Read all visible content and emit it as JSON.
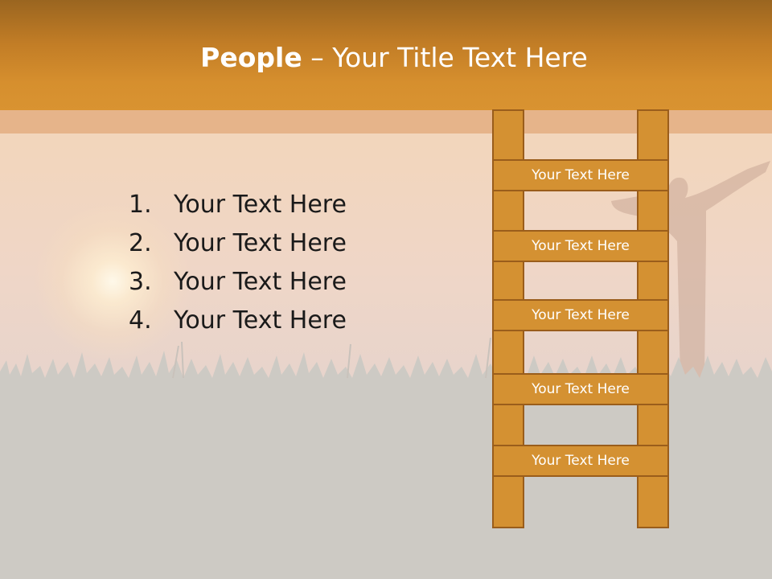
{
  "title": {
    "bold": "People",
    "rest": " – Your Title Text Here"
  },
  "numbered_list": [
    {
      "num": "1.",
      "text": "Your Text Here"
    },
    {
      "num": "2.",
      "text": "Your Text Here"
    },
    {
      "num": "3.",
      "text": "Your Text Here"
    },
    {
      "num": "4.",
      "text": "Your Text Here"
    }
  ],
  "ladder_rungs": [
    "Your Text Here",
    "Your Text Here",
    "Your Text Here",
    "Your Text Here",
    "Your Text Here"
  ],
  "colors": {
    "header": "#d68f2e",
    "ladder": "#d49132",
    "ladder_border": "#9a5d1b",
    "ground": "#cdcac4"
  }
}
